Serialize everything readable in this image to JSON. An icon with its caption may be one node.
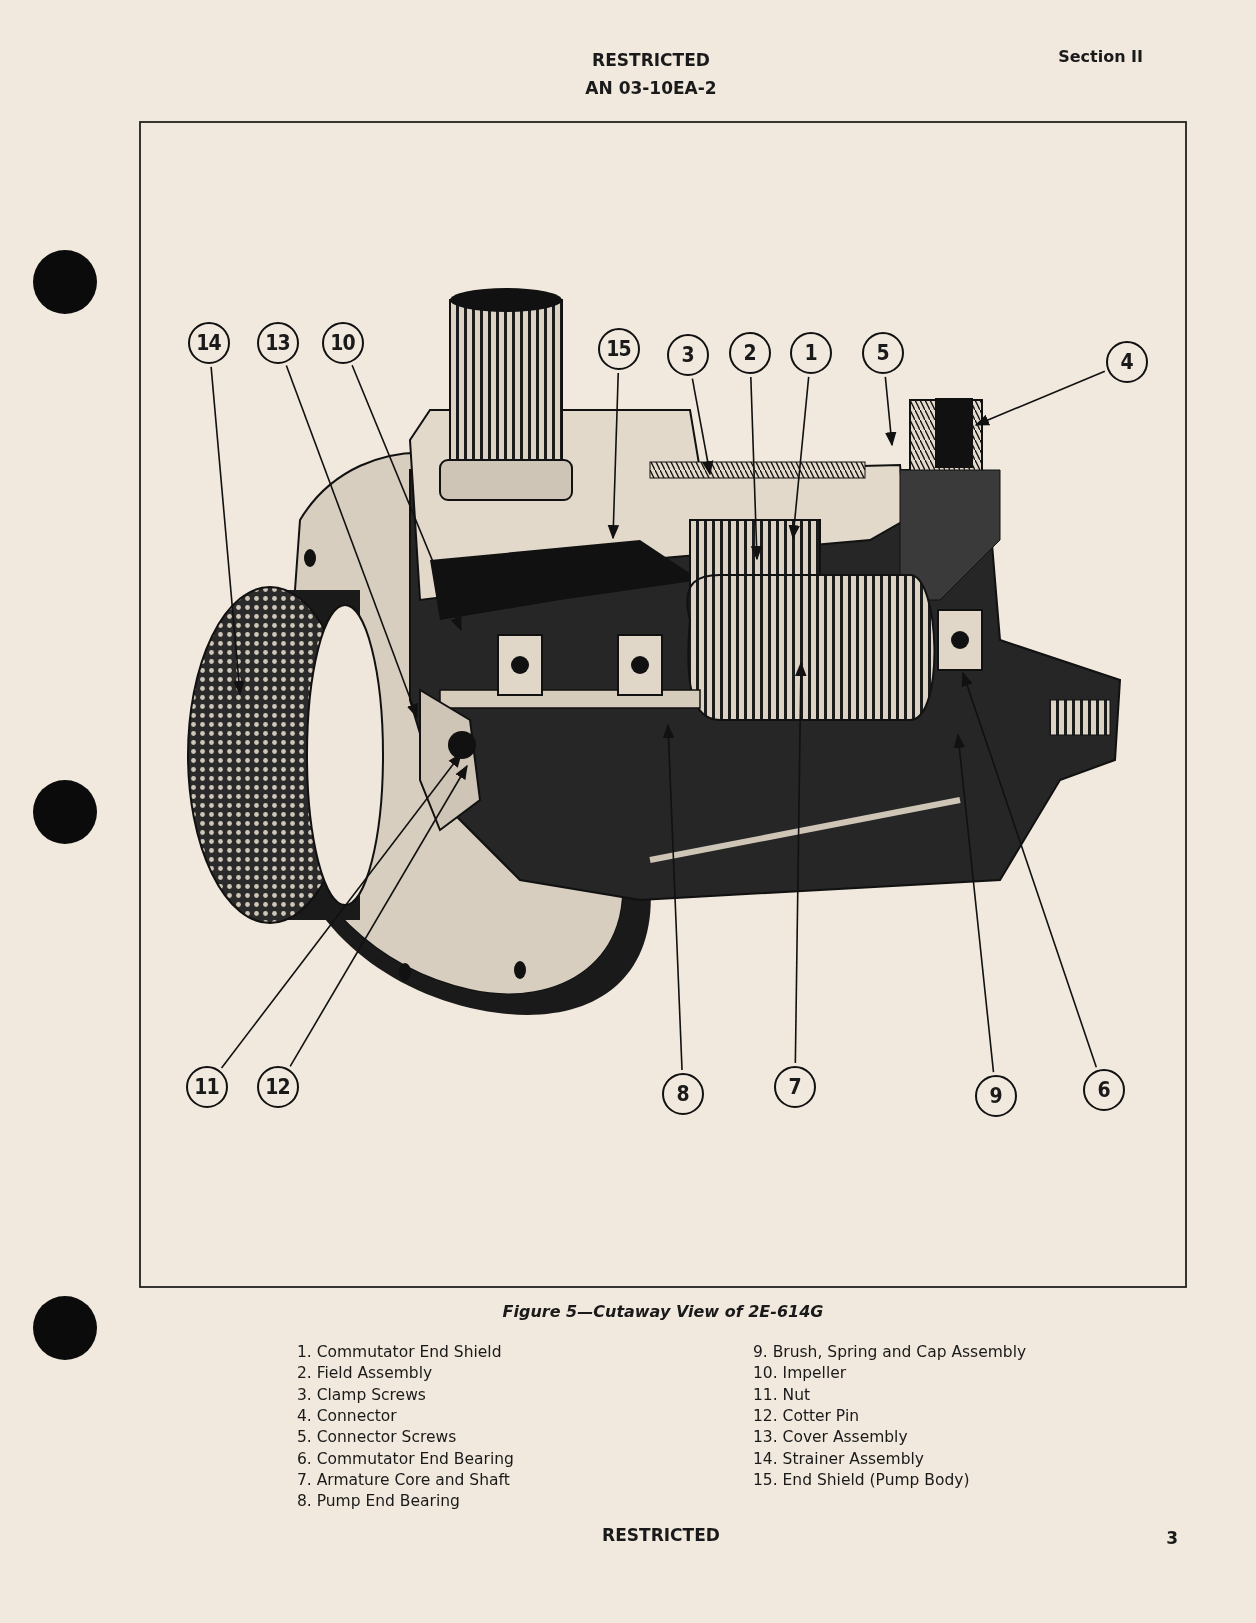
{
  "diagram": {
    "caption": "Figure 5—Cutaway View of 2E-614G",
    "nodes": [
      {
        "text": [
          "14"
        ]
      },
      {
        "text": [
          "13"
        ]
      },
      {
        "text": [
          "10"
        ]
      },
      {
        "text": [
          "15"
        ]
      },
      {
        "text": [
          "3"
        ]
      },
      {
        "text": [
          "2"
        ]
      },
      {
        "text": [
          "1"
        ]
      },
      {
        "text": [
          "5"
        ]
      },
      {
        "text": [
          "4"
        ]
      },
      {
        "text": [
          "11"
        ]
      },
      {
        "text": [
          "12"
        ]
      },
      {
        "text": [
          "8"
        ]
      },
      {
        "text": [
          "7"
        ]
      },
      {
        "text": [
          "9"
        ]
      },
      {
        "text": [
          "6"
        ]
      }
    ],
    "edges": [
      {
        "from": 0,
        "to": null,
        "arrow": "to"
      },
      {
        "from": 1,
        "to": null,
        "arrow": "to"
      },
      {
        "from": 2,
        "to": null,
        "arrow": "to"
      },
      {
        "from": 3,
        "to": null,
        "arrow": "to"
      },
      {
        "from": 4,
        "to": null,
        "arrow": "to"
      },
      {
        "from": 5,
        "to": null,
        "arrow": "to"
      },
      {
        "from": 6,
        "to": null,
        "arrow": "to"
      },
      {
        "from": 7,
        "to": null,
        "arrow": "to"
      },
      {
        "from": 8,
        "to": null,
        "arrow": "to"
      },
      {
        "from": 9,
        "to": null,
        "arrow": "to"
      },
      {
        "from": 10,
        "to": null,
        "arrow": "to"
      },
      {
        "from": 11,
        "to": null,
        "arrow": "to"
      },
      {
        "from": 12,
        "to": null,
        "arrow": "to"
      },
      {
        "from": 13,
        "to": null,
        "arrow": "to"
      },
      {
        "from": 14,
        "to": null,
        "arrow": "to"
      }
    ],
    "labels": [
      "RESTRICTED",
      "Section II",
      "AN 03-10EA-2",
      "1. Commutator End Shield",
      "9. Brush, Spring and Cap Assembly",
      "2. Field Assembly",
      "10. Impeller",
      "3. Clamp Screws",
      "11. Nut",
      "4. Connector",
      "12. Cotter Pin",
      "5. Connector Screws",
      "13. Cover Assembly",
      "6. Commutator End Bearing",
      "14. Strainer Assembly",
      "7. Armature Core and Shaft",
      "15. End Shield (Pump Body)",
      "8. Pump End Bearing",
      "RESTRICTED",
      "3"
    ]
  }
}
